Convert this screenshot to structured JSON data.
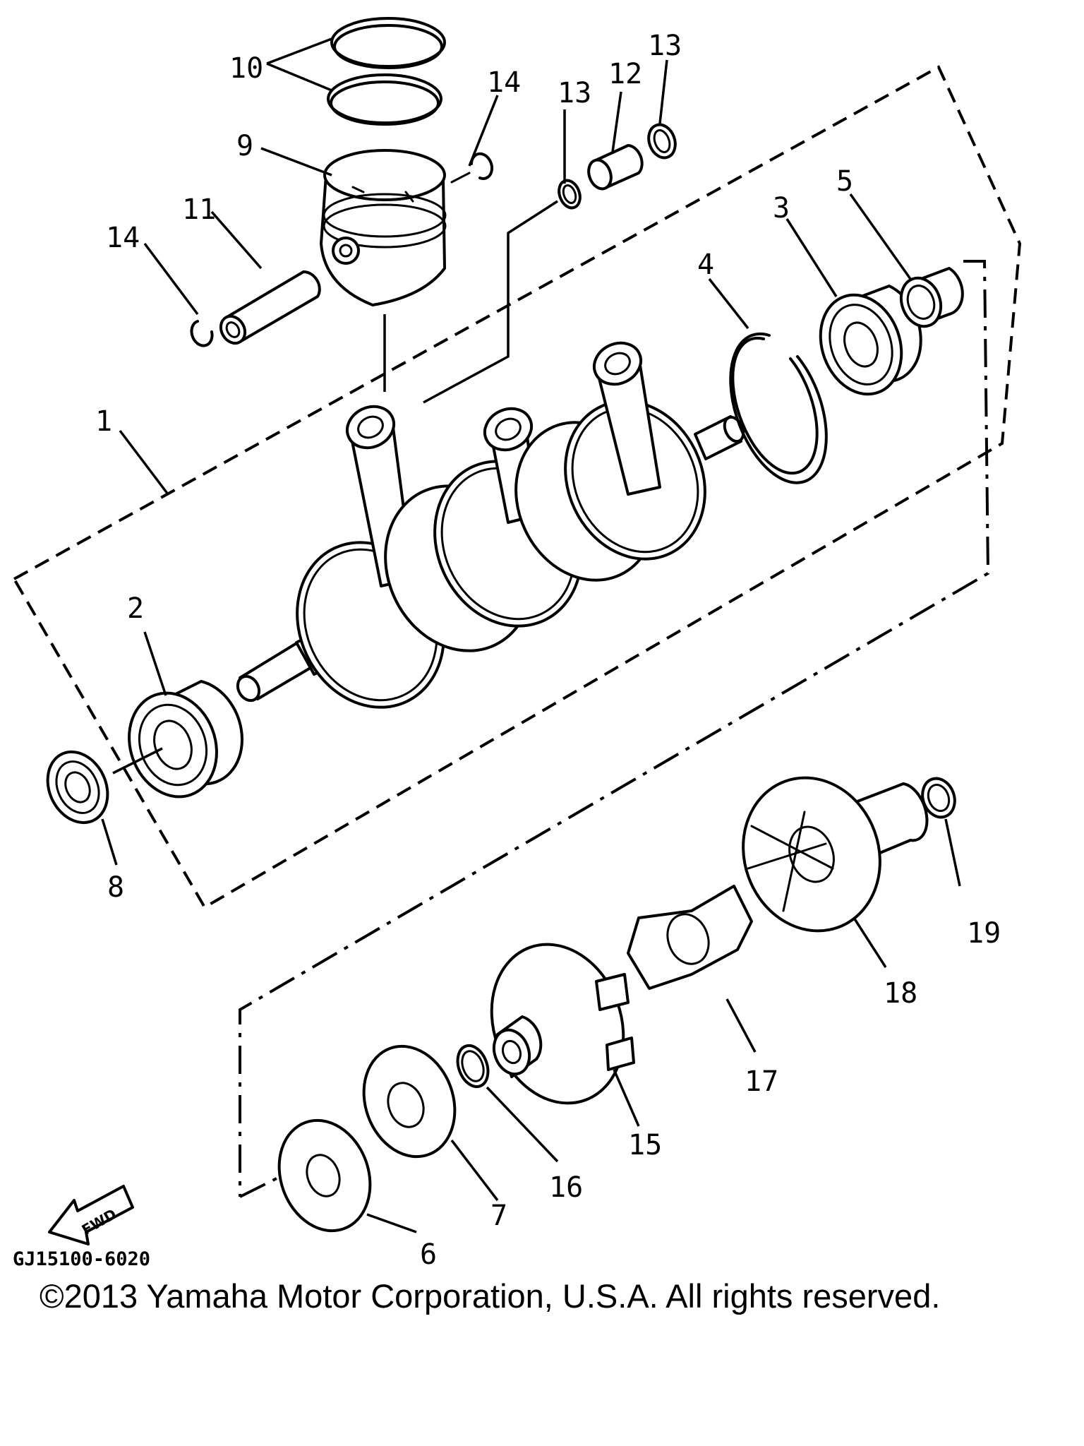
{
  "callouts": {
    "c1": "1",
    "c2": "2",
    "c3": "3",
    "c4": "4",
    "c5": "5",
    "c6": "6",
    "c7": "7",
    "c8": "8",
    "c9": "9",
    "c10": "10",
    "c11": "11",
    "c12": "12",
    "c13a": "13",
    "c13b": "13",
    "c14a": "14",
    "c14b": "14",
    "c15": "15",
    "c16": "16",
    "c17": "17",
    "c18": "18",
    "c19": "19"
  },
  "fwd_label": "FWD",
  "diagram_code": "GJ15100-6020",
  "copyright": "©2013 Yamaha Motor Corporation, U.S.A. All rights reserved."
}
